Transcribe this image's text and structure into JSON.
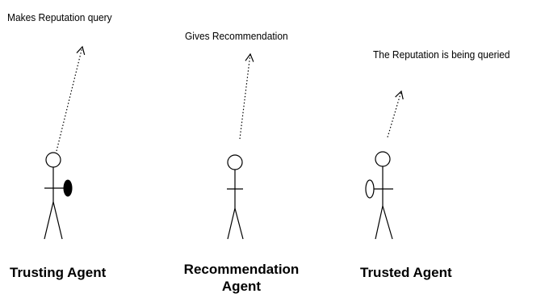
{
  "agents": [
    {
      "label": "Trusting Agent",
      "annotation": "Makes Reputation query",
      "shield": "filled"
    },
    {
      "label_line1": "Recommendation",
      "label_line2": "Agent",
      "annotation": "Gives Recommendation",
      "shield": "none"
    },
    {
      "label": "Trusted Agent",
      "annotation": "The Reputation is being queried",
      "shield": "hollow"
    }
  ],
  "colors": {
    "ink": "#000000",
    "background": "#ffffff"
  }
}
